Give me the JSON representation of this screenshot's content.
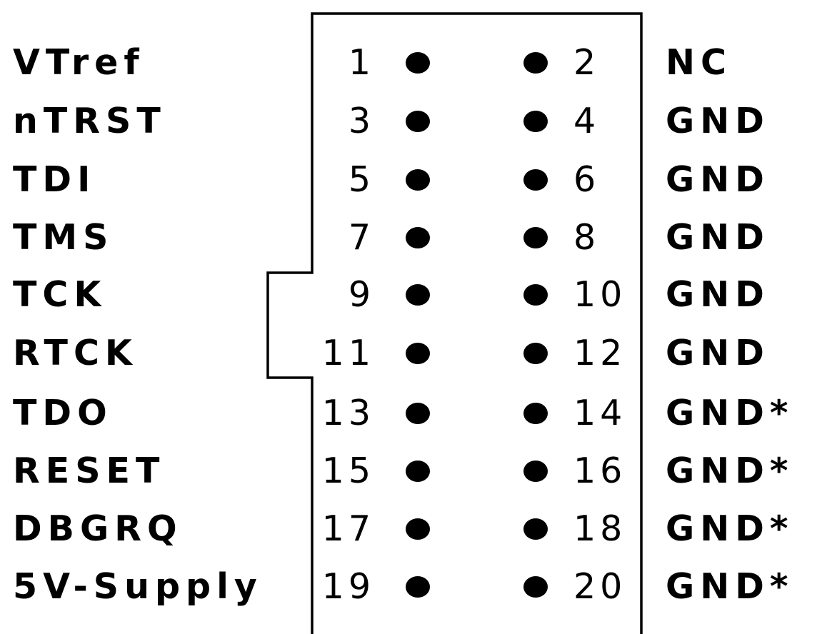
{
  "pins": [
    {
      "left_label": "VTref",
      "left_num": "1",
      "right_num": "2",
      "right_label": "NC"
    },
    {
      "left_label": "nTRST",
      "left_num": "3",
      "right_num": "4",
      "right_label": "GND"
    },
    {
      "left_label": "TDI",
      "left_num": "5",
      "right_num": "6",
      "right_label": "GND"
    },
    {
      "left_label": "TMS",
      "left_num": "7",
      "right_num": "8",
      "right_label": "GND"
    },
    {
      "left_label": "TCK",
      "left_num": "9",
      "right_num": "10",
      "right_label": "GND"
    },
    {
      "left_label": "RTCK",
      "left_num": "11",
      "right_num": "12",
      "right_label": "GND"
    },
    {
      "left_label": "TDO",
      "left_num": "13",
      "right_num": "14",
      "right_label": "GND*"
    },
    {
      "left_label": "RESET",
      "left_num": "15",
      "right_num": "16",
      "right_label": "GND*"
    },
    {
      "left_label": "DBGRQ",
      "left_num": "17",
      "right_num": "18",
      "right_label": "GND*"
    },
    {
      "left_label": "5V-Supply",
      "left_num": "19",
      "right_num": "20",
      "right_label": "GND*"
    }
  ]
}
